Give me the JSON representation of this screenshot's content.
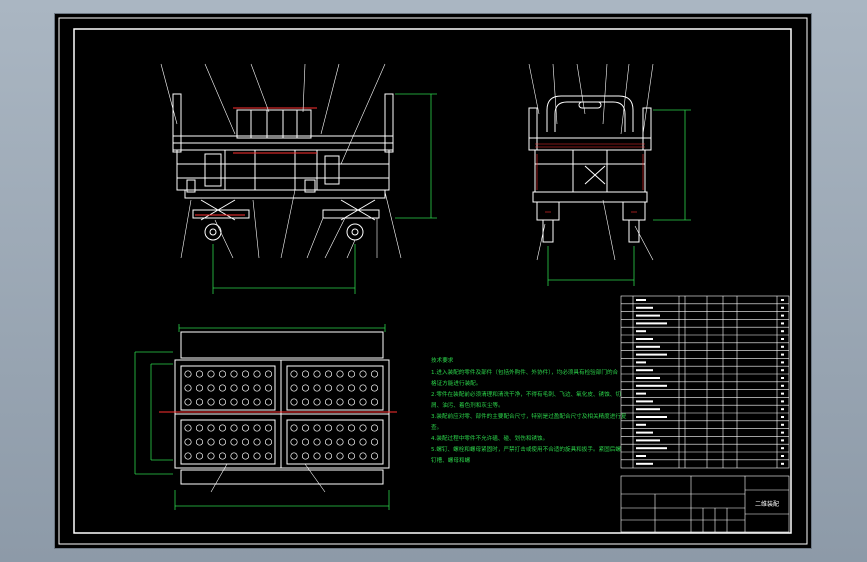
{
  "colors": {
    "background": "#9aa7b5",
    "paper": "#000000",
    "line": "#ffffff",
    "dimension": "#2bd34a",
    "center": "#ff3030",
    "hatch": "#ff3030"
  },
  "technical_requirements": {
    "title": "技术要求",
    "lines": [
      "1.进入装配的零件及部件（包括外购件、外协件），均必须具有检验部门的合",
      "格证方能进行装配。",
      "2.零件在装配前必须清理和清洗干净，不得有毛刺、飞边、氧化皮、锈蚀、切",
      "屑、油污、着色剂和灰尘等。",
      "3.装配前应对零、部件的主要配合尺寸，特别是过盈配合尺寸及相关精度进行复",
      "查。",
      "4.装配过程中零件不允许磕、碰、划伤和锈蚀。",
      "5.螺钉、螺栓和螺母紧固时，严禁打击或使用不合适的旋具和扳手。紧固后螺",
      "钉槽、螺母和螺"
    ]
  },
  "title_block": {
    "drawing_name": "二维装配"
  }
}
